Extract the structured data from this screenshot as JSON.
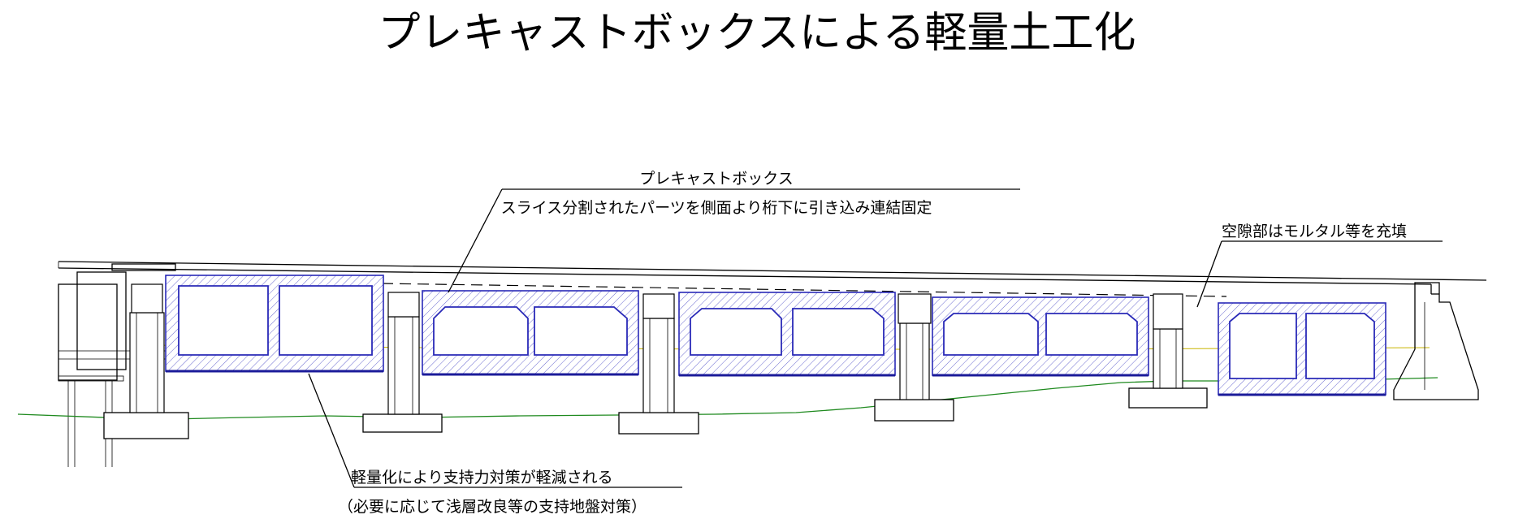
{
  "title": "プレキャストボックスによる軽量土工化",
  "labels": {
    "precast_box": "プレキャストボックス",
    "precast_box_desc": "スライス分割されたパーツを側面より桁下に引き込み連結固定",
    "void_fill": "空隙部はモルタル等を充填",
    "lightweight_1": "軽量化により支持力対策が軽減される",
    "lightweight_2": "（必要に応じて浅層改良等の支持地盤対策）"
  },
  "colors": {
    "box_outline": "#2a2ab8",
    "box_base": "#1b1b9a",
    "ground_line": "#1f8a1f",
    "hatch": "#6a6ad0"
  }
}
